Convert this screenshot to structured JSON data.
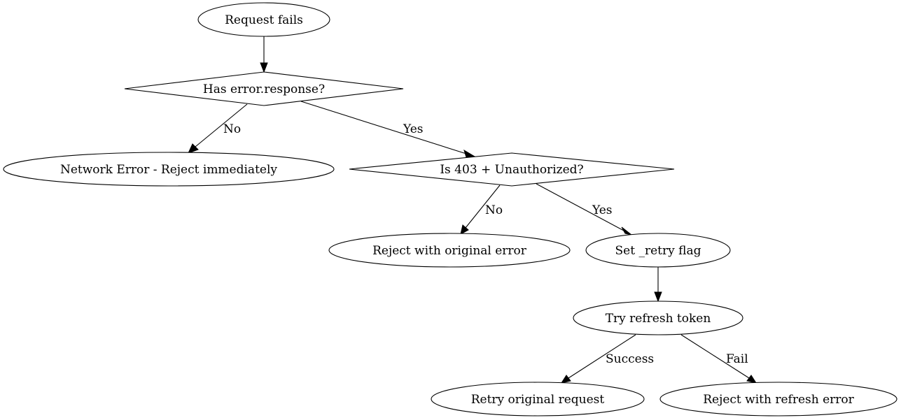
{
  "nodes": {
    "request_fails": "Request fails",
    "has_error_response": "Has error.response?",
    "network_error": "Network Error - Reject immediately",
    "is_403": "Is 403 + Unauthorized?",
    "reject_original": "Reject with original error",
    "set_retry": "Set _retry flag",
    "try_refresh": "Try refresh token",
    "retry_original": "Retry original request",
    "reject_refresh": "Reject with refresh error"
  },
  "edges": {
    "response_no": "No",
    "response_yes": "Yes",
    "unauth_no": "No",
    "unauth_yes": "Yes",
    "refresh_success": "Success",
    "refresh_fail": "Fail"
  }
}
